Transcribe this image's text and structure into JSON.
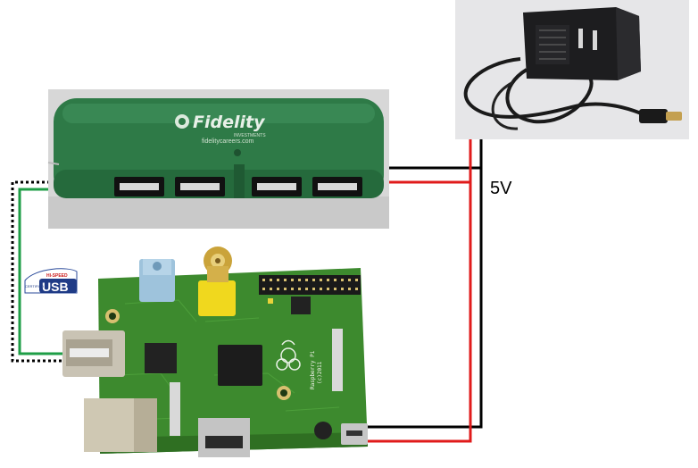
{
  "hub": {
    "brand": "Fidelity",
    "brand_sub": "INVESTMENTS",
    "url": "fidelitycareers.com",
    "port_count": 4
  },
  "power": {
    "voltage_label": "5V"
  },
  "usb_logo": {
    "speed_text": "HI-SPEED",
    "certified_text": "CERTIFIED",
    "usb_text": "USB"
  },
  "board": {
    "silk_model": "Raspberry Pi",
    "silk_copyright": "(c)2011"
  },
  "colors": {
    "positive_wire": "#e01b1b",
    "ground_wire": "#000000",
    "data_wire": "#1e9e46",
    "hub_body": "#2e7a47",
    "pcb": "#3d8a2e"
  },
  "icons": [
    "power-adapter-icon",
    "usb-hub-icon",
    "raspberry-pi-board-icon",
    "hi-speed-usb-logo-icon",
    "raspberry-logo-icon"
  ]
}
